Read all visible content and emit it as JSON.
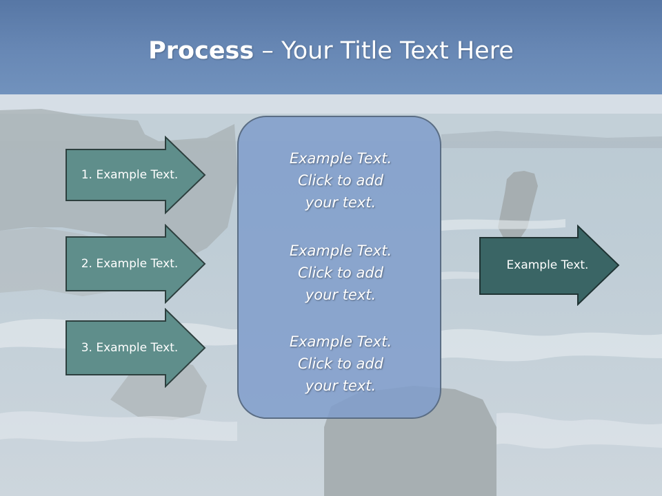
{
  "slide": {
    "title_bold": "Process",
    "title_rest": " – Your Title Text Here"
  },
  "inputs": [
    {
      "label": "1. Example Text."
    },
    {
      "label": "2. Example Text."
    },
    {
      "label": "3. Example Text."
    }
  ],
  "center": [
    {
      "line1": "Example Text.",
      "line2": "Click  to add",
      "line3": "your text."
    },
    {
      "line1": "Example Text.",
      "line2": "Click  to add",
      "line3": "your text."
    },
    {
      "line1": "Example Text.",
      "line2": "Click  to add",
      "line3": "your text."
    }
  ],
  "output": {
    "label": "Example Text."
  },
  "colors": {
    "input_arrow_fill": "#5f8e8b",
    "output_arrow_fill": "#3a6565",
    "center_box_fill": "#809ecb",
    "title_bar": "#6585b3"
  }
}
